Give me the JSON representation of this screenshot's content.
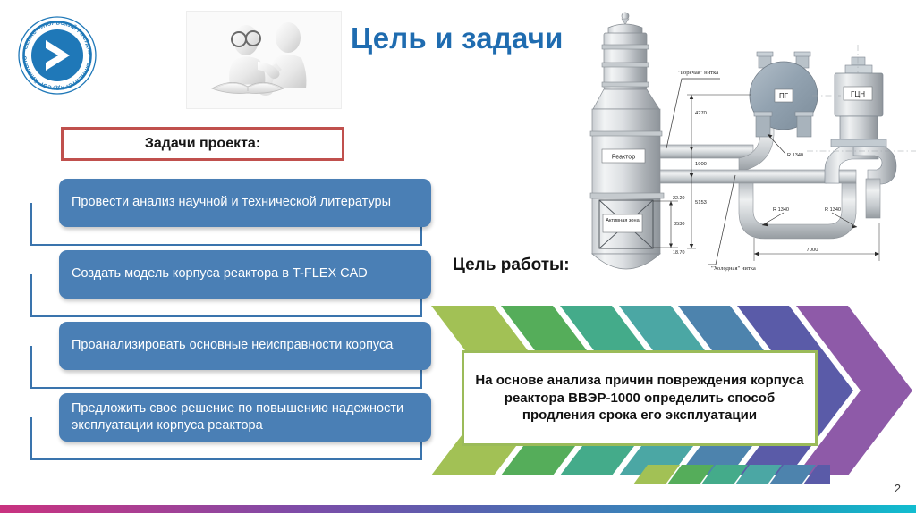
{
  "slide": {
    "title": "Цель и задачи",
    "page_number": "2"
  },
  "logo": {
    "name": "sevastopol-state-university-seal",
    "ring_text_top": "УНИВЕРСИТЕТ СЕВАСТОПОЛЬСКИЙ ГОСУДАРСТВЕННЫЙ",
    "color": "#1f78b8"
  },
  "illustration": {
    "name": "two-figures-reading-book",
    "alt": "3D figures reading a book with glasses"
  },
  "tasks_header": {
    "label": "Задачи проекта:",
    "border_color": "#c0504d"
  },
  "tasks": [
    {
      "text": "Провести анализ научной и технической литературы"
    },
    {
      "text": "Создать модель корпуса реактора в T-FLEX CAD"
    },
    {
      "text": "Проанализировать основные неисправности корпуса"
    },
    {
      "text": "Предложить свое решение по повышению надежности эксплуатации корпуса реактора"
    }
  ],
  "task_box_color": "#4a7fb5",
  "goal": {
    "label": "Цель работы:",
    "text": "На основе анализа причин повреждения корпуса реактора ВВЭР-1000 определить способ продления срока его эксплуатации",
    "border_color": "#9bbb59"
  },
  "chevron_colors": [
    "#a2c155",
    "#55ad5a",
    "#44ab8a",
    "#4ba7a4",
    "#4d83ad",
    "#5a5ba8",
    "#8e5aa8"
  ],
  "bottom_bar_gradient": [
    "#c9327f",
    "#7d4ca8",
    "#3d7fb8",
    "#12bdd0"
  ],
  "reactor_diagram": {
    "name": "vver-1000-primary-circuit-diagram",
    "labels": {
      "reactor": "Реактор",
      "core": "Активная зона",
      "steam_generator": "ПГ",
      "pump": "ГЦН",
      "hot_leg": "\"Горячая\" нитка",
      "cold_leg": "\"Холодная\" нитка"
    },
    "dimensions": {
      "d_4270": "4270",
      "d_1900": "1900",
      "d_5153": "5153",
      "d_3530": "3530",
      "d_7000": "7000",
      "d_2220": "22.20",
      "d_1870": "18.70",
      "r_1340_a": "R 1340",
      "r_1340_b": "R 1340",
      "r_1340_c": "R 1340"
    }
  }
}
